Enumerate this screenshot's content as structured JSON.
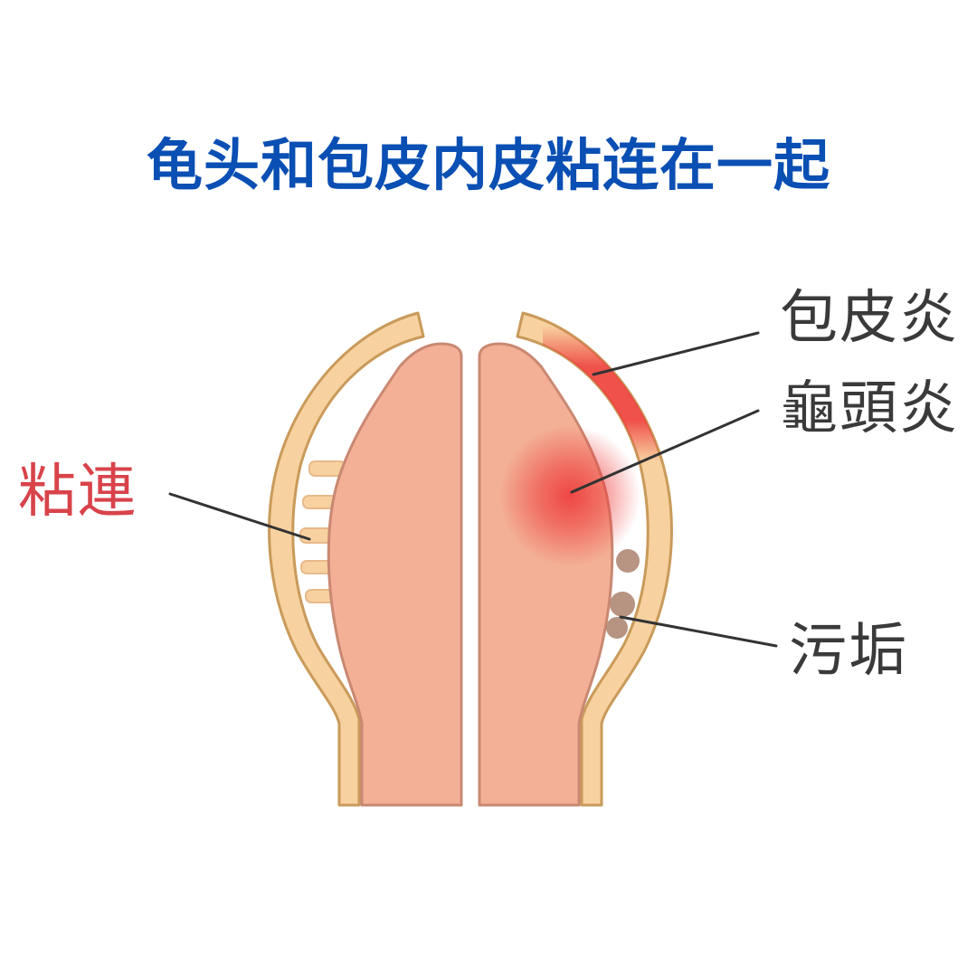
{
  "title": "龟头和包皮内皮粘连在一起",
  "labels": {
    "adhesion": "粘連",
    "posthitis": "包皮炎",
    "balanitis": "龜頭炎",
    "smegma": "污垢"
  },
  "colors": {
    "title": "#0a4fb3",
    "label_adhesion": "#d8434a",
    "label_default": "#3a3a3a",
    "foreskin_fill": "#f7d2a0",
    "foreskin_stroke": "#c99a5a",
    "glans_fill": "#f3b096",
    "glans_stroke": "#c98872",
    "inflammation": "#ee3b3b",
    "smegma": "#b08874",
    "leader_line": "#333333"
  }
}
